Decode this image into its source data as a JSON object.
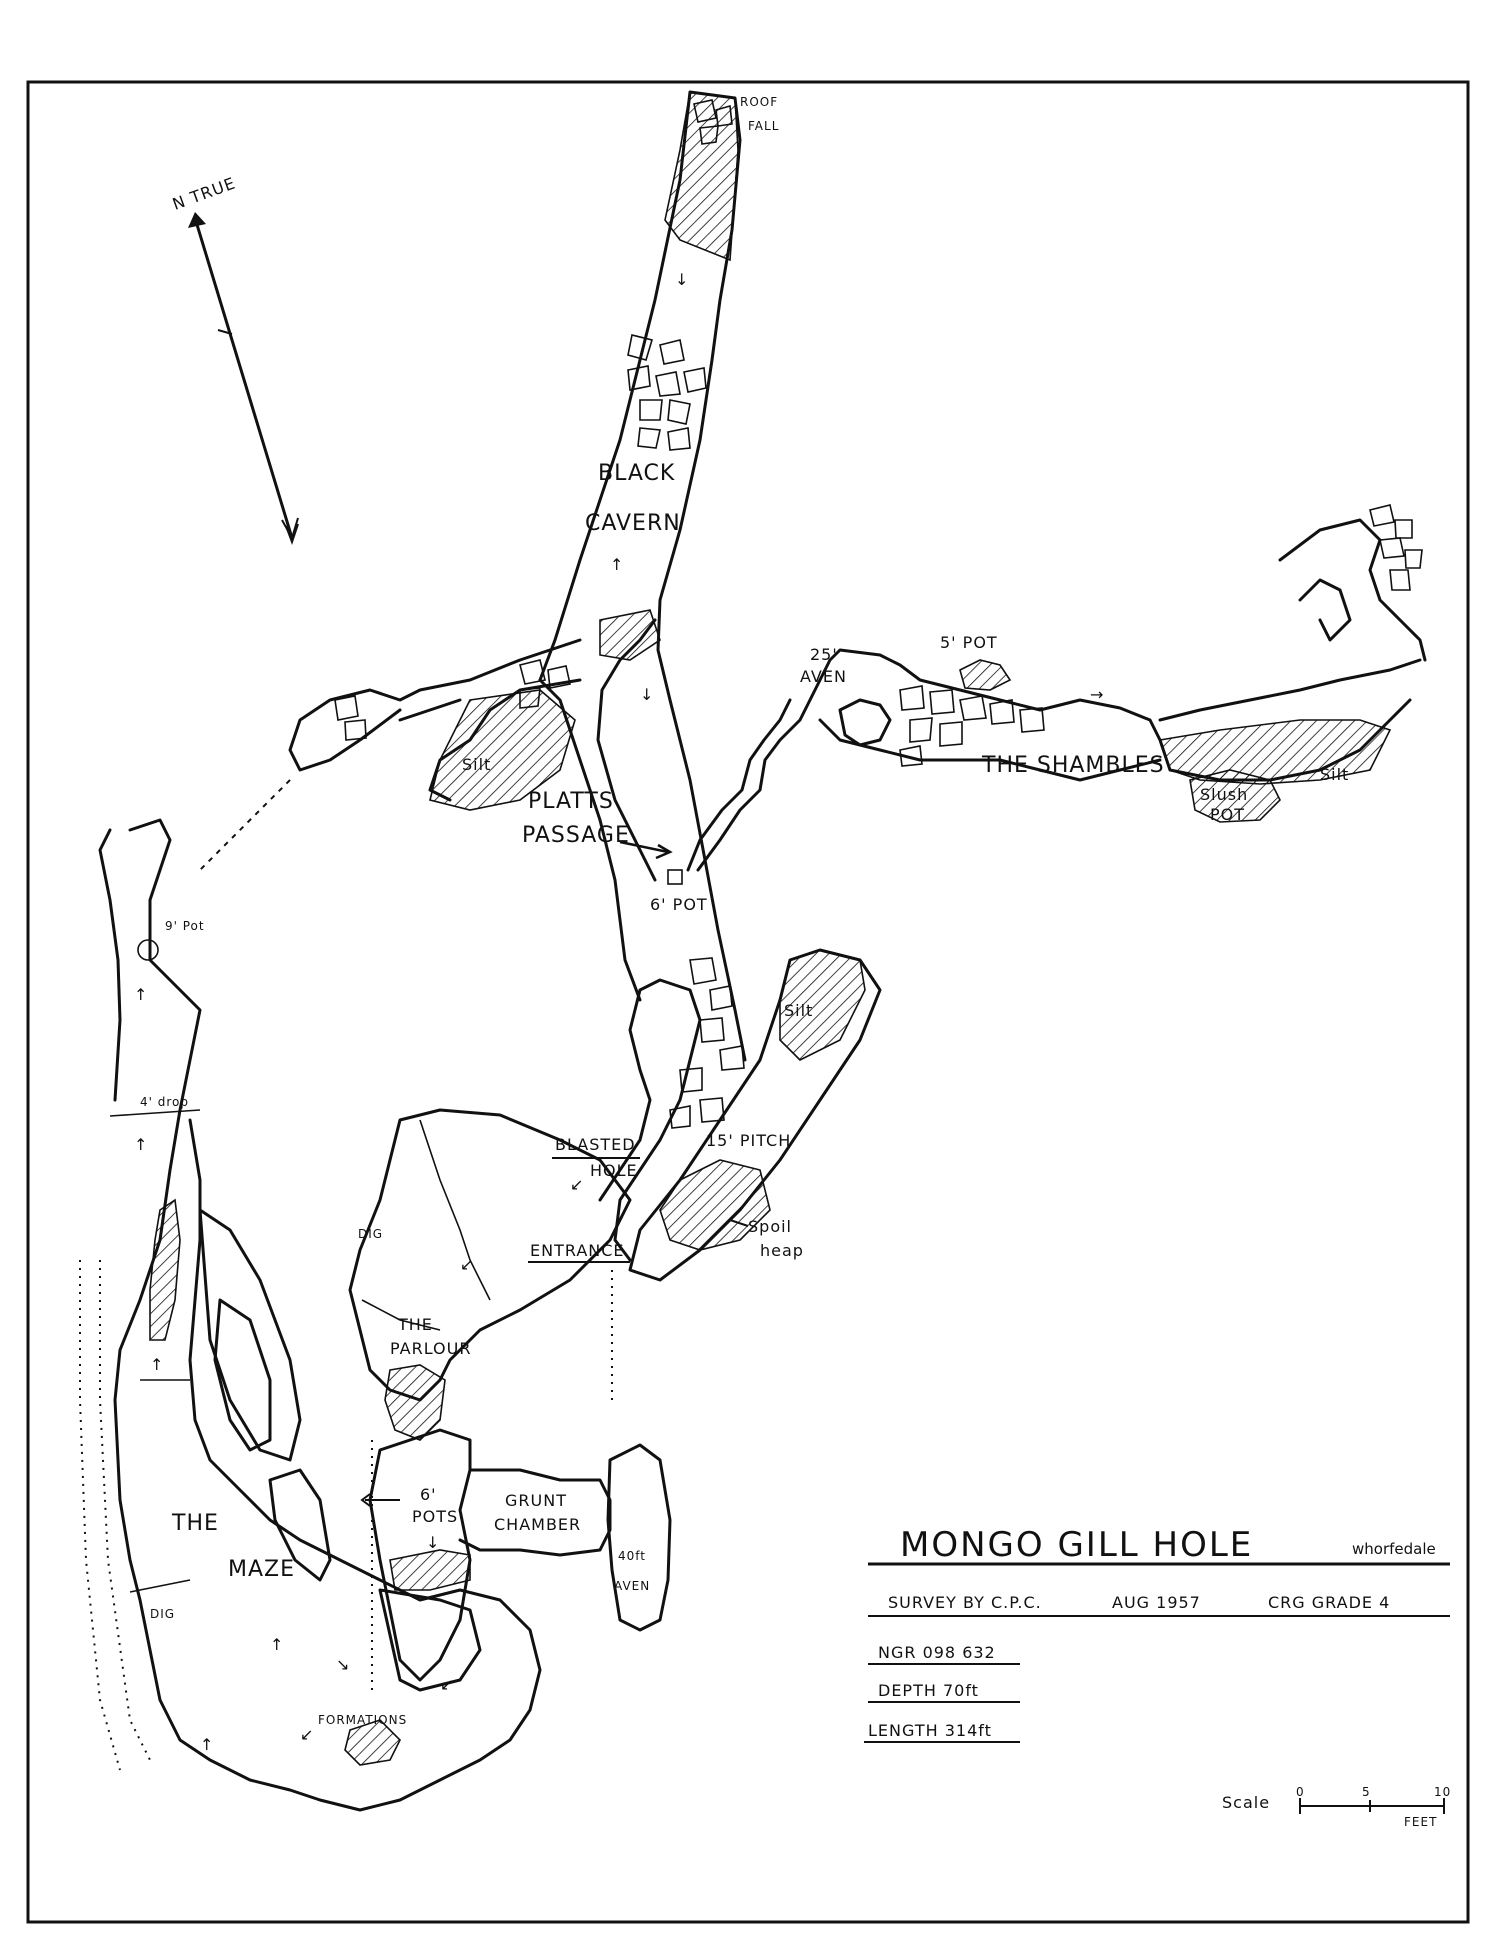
{
  "title": {
    "name": "MONGO GILL HOLE",
    "area": "whorfedale"
  },
  "survey": {
    "line": "SURVEY BY C.P.C.",
    "date": "AUG 1957",
    "grade": "CRG GRADE 4"
  },
  "stats": {
    "ngr": "NGR 098 632",
    "depth": "DEPTH 70ft",
    "length": "LENGTH 314ft"
  },
  "north": {
    "label": "N TRUE"
  },
  "scale": {
    "label": "Scale",
    "ticks": [
      "0",
      "5",
      "10"
    ],
    "unit": "FEET"
  },
  "labels": {
    "roof_fall_1": "ROOF",
    "roof_fall_2": "FALL",
    "black_cavern_1": "BLACK",
    "black_cavern_2": "CAVERN",
    "silt_1": "Silt",
    "silt_2": "Silt",
    "silt_3": "Silt",
    "platts_1": "PLATTS",
    "platts_2": "PASSAGE",
    "six_pot": "6' POT",
    "five_pot": "5' POT",
    "aven_25_1": "25'",
    "aven_25_2": "AVEN",
    "shambles": "THE SHAMBLES",
    "slush_1": "Slush",
    "slush_2": "POT",
    "nine_pot": "9' Pot",
    "four_drop": "4' drop",
    "blasted_1": "BLASTED",
    "blasted_2": "HOLE",
    "fifteen_pitch": "15' PITCH",
    "entrance": "ENTRANCE",
    "spoil_1": "Spoil",
    "spoil_2": "heap",
    "dig_1": "DIG",
    "dig_2": "DIG",
    "parlour_1": "THE",
    "parlour_2": "PARLOUR",
    "maze_1": "THE",
    "maze_2": "MAZE",
    "pots_1": "6'",
    "pots_2": "POTS",
    "grunt_1": "GRUNT",
    "grunt_2": "CHAMBER",
    "aven_40_1": "40ft",
    "aven_40_2": "AVEN",
    "formations": "FORMATIONS"
  }
}
